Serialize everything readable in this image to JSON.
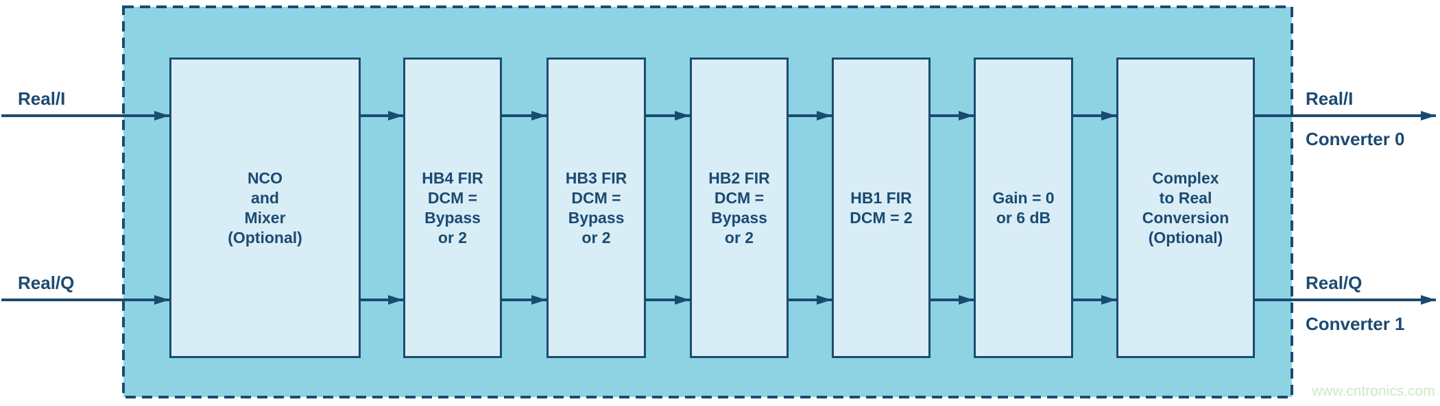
{
  "colors": {
    "background": "#8ed3e4",
    "block_fill": "#d9edf6",
    "line": "#1b4a71",
    "watermark": "#cde9c5"
  },
  "inputs": [
    {
      "label": "Real/I"
    },
    {
      "label": "Real/Q"
    }
  ],
  "blocks": [
    {
      "lines": [
        "NCO",
        "and",
        "Mixer",
        "(Optional)"
      ]
    },
    {
      "lines": [
        "HB4 FIR",
        "DCM =",
        "Bypass",
        "or 2"
      ]
    },
    {
      "lines": [
        "HB3 FIR",
        "DCM =",
        "Bypass",
        "or 2"
      ]
    },
    {
      "lines": [
        "HB2 FIR",
        "DCM =",
        "Bypass",
        "or 2"
      ]
    },
    {
      "lines": [
        "HB1 FIR",
        "DCM = 2"
      ]
    },
    {
      "lines": [
        "Gain = 0",
        "or 6 dB"
      ]
    },
    {
      "lines": [
        "Complex",
        "to Real",
        "Conversion",
        "(Optional)"
      ]
    }
  ],
  "outputs": [
    {
      "label": "Real/I",
      "sublabel": "Converter 0"
    },
    {
      "label": "Real/Q",
      "sublabel": "Converter 1"
    }
  ],
  "watermark": "www.cntronics.com"
}
